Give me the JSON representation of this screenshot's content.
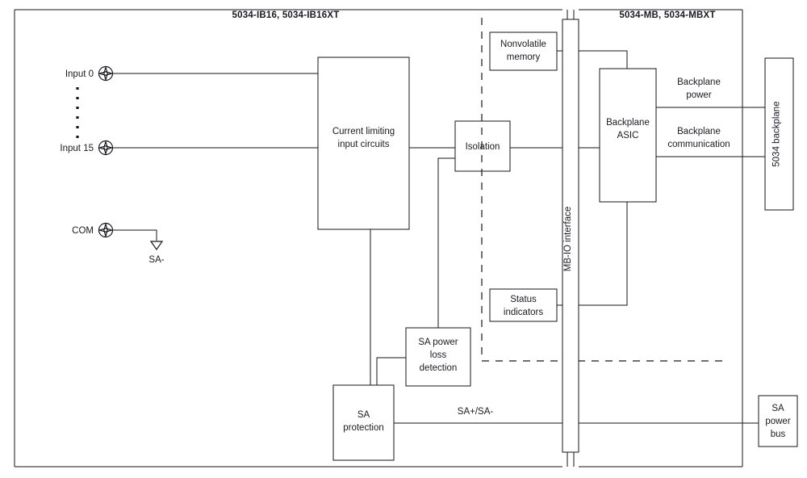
{
  "diagram": {
    "title_left": "5034-IB16, 5034-IB16XT",
    "title_right": "5034-MB, 5034-MBXT",
    "terminals": [
      {
        "label": "Input 0"
      },
      {
        "label": "Input 15"
      },
      {
        "label": "COM"
      }
    ],
    "ground_label": "SA-",
    "blocks": {
      "current_limiting": {
        "line1": "Current limiting",
        "line2": "input circuits"
      },
      "isolation": {
        "line1": "Isolation"
      },
      "nonvolatile_memory": {
        "line1": "Nonvolatile",
        "line2": "memory"
      },
      "status_indicators": {
        "line1": "Status",
        "line2": "indicators"
      },
      "sa_power_loss": {
        "line1": "SA power",
        "line2": "loss",
        "line3": "detection"
      },
      "sa_protection": {
        "line1": "SA",
        "line2": "protection"
      },
      "mb_io_interface": {
        "line1": "MB-IO interface"
      },
      "backplane_asic": {
        "line1": "Backplane",
        "line2": "ASIC"
      },
      "backplane_5034": {
        "line1": "5034 backplane"
      },
      "sa_power_bus": {
        "line1": "SA",
        "line2": "power",
        "line3": "bus"
      }
    },
    "connection_labels": {
      "backplane_power": {
        "line1": "Backplane",
        "line2": "power"
      },
      "backplane_communication": {
        "line1": "Backplane",
        "line2": "communication"
      },
      "sa_bus": "SA+/SA-"
    },
    "colors": {
      "line": "#16161d",
      "text": "#1a1a22",
      "background": "#ffffff"
    }
  }
}
